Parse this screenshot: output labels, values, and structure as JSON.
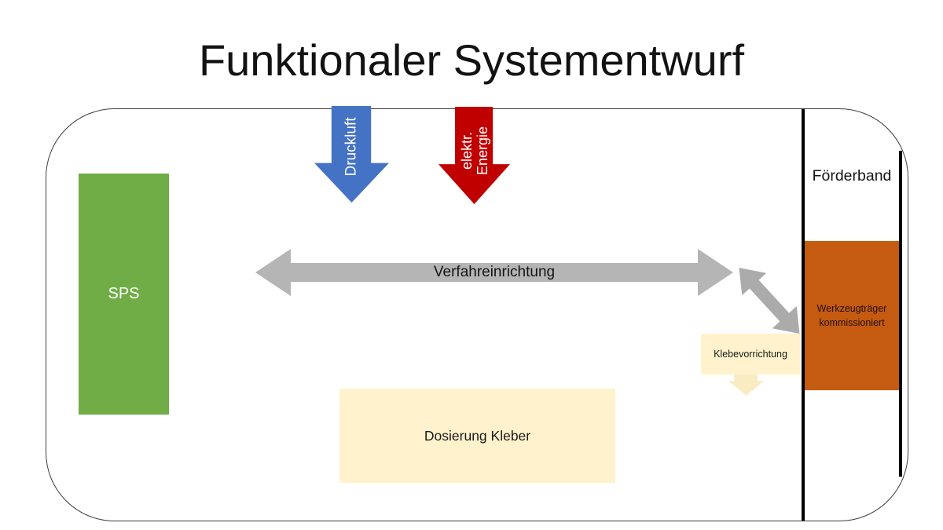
{
  "title": "Funktionaler Systementwurf",
  "inputs": {
    "compressed_air": {
      "label": "Druckluft",
      "color": "#4472C4"
    },
    "electric_energy": {
      "label": "elektr.\nEnergie",
      "color": "#C00000"
    }
  },
  "components": {
    "sps": {
      "label": "SPS",
      "color": "#70AD47"
    },
    "verfahreinrichtung": {
      "label": "Verfahreinrichtung",
      "color": "#B5B5B5"
    },
    "klebevorrichtung": {
      "label": "Klebevorrichtung",
      "color": "#FFF2CC"
    },
    "dosierung_kleber": {
      "label": "Dosierung Kleber",
      "color": "#FFF2CC"
    },
    "foerderband": {
      "label": "Förderband",
      "rail_color": "#000000"
    },
    "werkzeugtraeger": {
      "label": "Werkzeugträger\nkommissioniert",
      "color": "#C55A11"
    }
  },
  "connectors": {
    "transfer_arrow_color": "#ABABAB",
    "glue_arrow_color": "#FAECC2"
  }
}
